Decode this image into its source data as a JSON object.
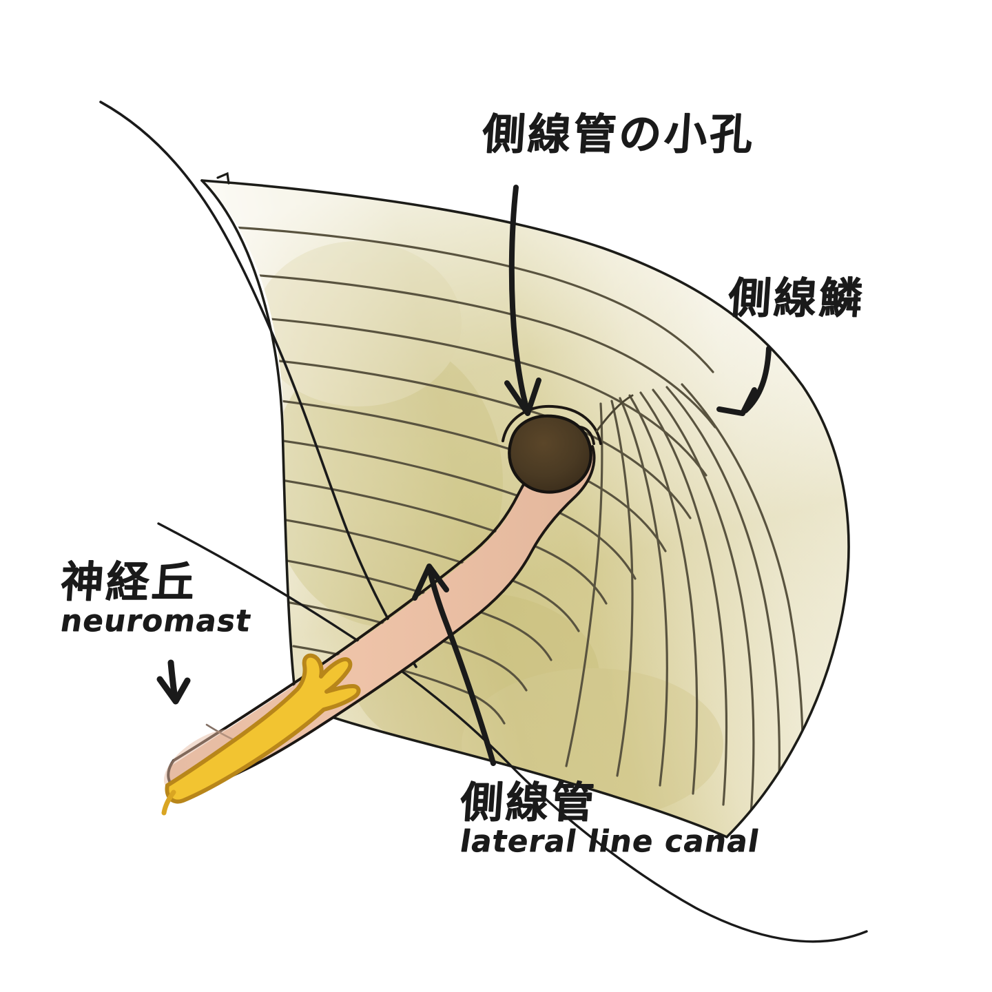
{
  "figure": {
    "title_alt": "fish lateral line scale anatomy sketch",
    "background_color": "#ffffff"
  },
  "labels": {
    "pore": {
      "jp": "側線管の小孔",
      "en": "",
      "meaning": "pore of lateral line canal"
    },
    "scale": {
      "jp": "側線鱗",
      "en": "",
      "meaning": "lateral line scale"
    },
    "neuromast": {
      "jp": "神経丘",
      "en": "neuromast"
    },
    "canal": {
      "jp": "側線管",
      "en": "lateral line canal"
    }
  },
  "parts": {
    "scale_body": {
      "name": "lateral line scale",
      "fill_left": "#d2c98f",
      "fill_right": "#f6f3e4",
      "outline": "#1c1c18"
    },
    "circuli": {
      "name": "growth rings (circuli)",
      "stroke": "#59533f",
      "count": 13
    },
    "canal_tube": {
      "name": "lateral line canal tube",
      "fill": "#ecbfa4",
      "outline": "#1c1713"
    },
    "pore": {
      "name": "canal pore",
      "fill": "#4a3a23",
      "outline": "#161310"
    },
    "neuromast_organ": {
      "name": "neuromast",
      "fill": "#f2c431",
      "outline": "#b8861a"
    },
    "skin_contour": {
      "name": "body skin contour line",
      "stroke": "#1a1a1a"
    }
  },
  "arrows": {
    "pore_arrow": {
      "name": "arrow-to-pore",
      "direction": "down",
      "color": "#1a1a1a"
    },
    "scale_arrow": {
      "name": "arrow-to-scale",
      "direction": "down-left",
      "color": "#1a1a1a"
    },
    "neuromast_arrow": {
      "name": "arrow-to-neuromast",
      "direction": "down",
      "color": "#1a1a1a"
    },
    "canal_arrow": {
      "name": "arrow-to-canal",
      "direction": "up",
      "color": "#1a1a1a"
    }
  }
}
